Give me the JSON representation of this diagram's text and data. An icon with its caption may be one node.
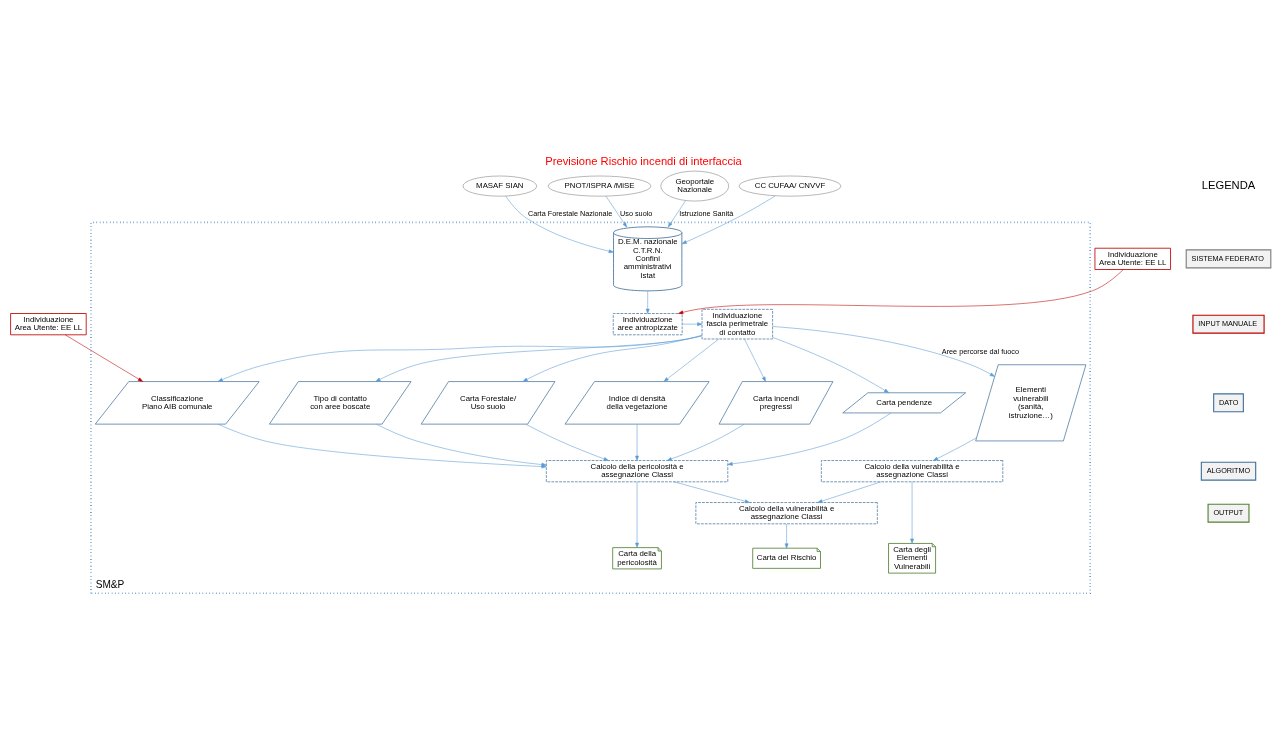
{
  "diagram": {
    "title": "Previsione Rischio incendi di interfaccia",
    "nodes": [
      {
        "text": [
          "SM&P"
        ]
      },
      {
        "text": [
          "MASAF SIAN"
        ]
      },
      {
        "text": [
          "PNOT/ISPRA /MiSE"
        ]
      },
      {
        "text": [
          "Individuazione Area Utente: EE LL"
        ]
      },
      {
        "text": [
          "Geoportale Nazionale"
        ]
      },
      {
        "text": [
          "CC CUFAA/ CNVVF"
        ]
      },
      {
        "text": [
          "Individuazione Area Utente: EE LL"
        ]
      },
      {
        "text": [
          "D.E.M. nazionale",
          "C.T.R.N.",
          "Confini amministrativi",
          "Istat"
        ],
        "in": 0
      },
      {
        "text": [
          "Individuazione aree antropizzate"
        ],
        "in": 0
      },
      {
        "text": [
          "Individuazione fascia perimetrale di contatto"
        ],
        "in": 0
      },
      {
        "text": [
          "Carta pendenze"
        ],
        "in": 0
      },
      {
        "text": [
          "Tipo di contatto con aree boscate"
        ],
        "in": 0
      },
      {
        "text": [
          "Carta Forestale/ Uso suolo"
        ],
        "in": 0
      },
      {
        "text": [
          "Indice di densità della vegetazione"
        ],
        "in": 0
      },
      {
        "text": [
          "Carta incendi pregressi"
        ],
        "in": 0
      },
      {
        "text": [
          "Classificazione Piano AIB comunale"
        ],
        "in": 0
      },
      {
        "text": [
          "Elementi vulnerabili (sanità, istruzione…)"
        ],
        "in": 0
      },
      {
        "text": [
          "Calcolo della pericolosità e assegnazione Classi"
        ],
        "in": 0
      },
      {
        "text": [
          "Calcolo della vulnerabilità e assegnazione Classi"
        ],
        "in": 0
      },
      {
        "text": [
          "Calcolo della vulnerabilità e assegnazione Classi"
        ],
        "in": 0
      },
      {
        "text": [
          "Carta della pericolosità"
        ],
        "in": 0
      },
      {
        "text": [
          "Carta del Rischio"
        ],
        "in": 0
      },
      {
        "text": [
          "Carta degli Elementi Vulnerabili"
        ],
        "in": 0
      }
    ],
    "edges": [
      {
        "from": 1,
        "to": 7,
        "arrow": "to",
        "label": "Carta Forestale Nazionale"
      },
      {
        "from": 2,
        "to": 7,
        "arrow": "to",
        "label": "Uso suolo"
      },
      {
        "from": 4,
        "to": 7,
        "arrow": "to",
        "label": "Istruzione Sanità"
      },
      {
        "from": 5,
        "to": 7,
        "arrow": "to"
      },
      {
        "from": 7,
        "to": 8,
        "arrow": "to"
      },
      {
        "from": 3,
        "to": 8,
        "arrow": "to",
        "color": "#c00000"
      },
      {
        "from": 8,
        "to": 9,
        "arrow": "to"
      },
      {
        "from": 9,
        "to": 10,
        "arrow": "to"
      },
      {
        "from": 9,
        "to": 11,
        "arrow": "to"
      },
      {
        "from": 9,
        "to": 12,
        "arrow": "to"
      },
      {
        "from": 9,
        "to": 13,
        "arrow": "to"
      },
      {
        "from": 9,
        "to": 14,
        "arrow": "to"
      },
      {
        "from": 9,
        "to": 15,
        "arrow": "to"
      },
      {
        "from": 6,
        "to": 15,
        "arrow": "to",
        "color": "#c00000"
      },
      {
        "from": 9,
        "to": 16,
        "arrow": "to",
        "label": "Aree percorse dal fuoco"
      },
      {
        "from": 10,
        "to": 17,
        "arrow": "to"
      },
      {
        "from": 11,
        "to": 17,
        "arrow": "to"
      },
      {
        "from": 12,
        "to": 17,
        "arrow": "to"
      },
      {
        "from": 13,
        "to": 17,
        "arrow": "to"
      },
      {
        "from": 14,
        "to": 17,
        "arrow": "to"
      },
      {
        "from": 15,
        "to": 17,
        "arrow": "to"
      },
      {
        "from": 16,
        "to": 18,
        "arrow": "to"
      },
      {
        "from": 17,
        "to": 19,
        "arrow": "to"
      },
      {
        "from": 18,
        "to": 19,
        "arrow": "to"
      },
      {
        "from": 17,
        "to": 20,
        "arrow": "to"
      },
      {
        "from": 19,
        "to": 21,
        "arrow": "to"
      },
      {
        "from": 18,
        "to": 22,
        "arrow": "to"
      }
    ],
    "labels": [
      "LEGENDA"
    ],
    "legend": [
      {
        "text": "SISTEMA FEDERATO"
      },
      {
        "text": "INPUT MANUALE"
      },
      {
        "text": "DATO"
      },
      {
        "text": "ALGORITMO"
      },
      {
        "text": "OUTPUT"
      }
    ]
  }
}
